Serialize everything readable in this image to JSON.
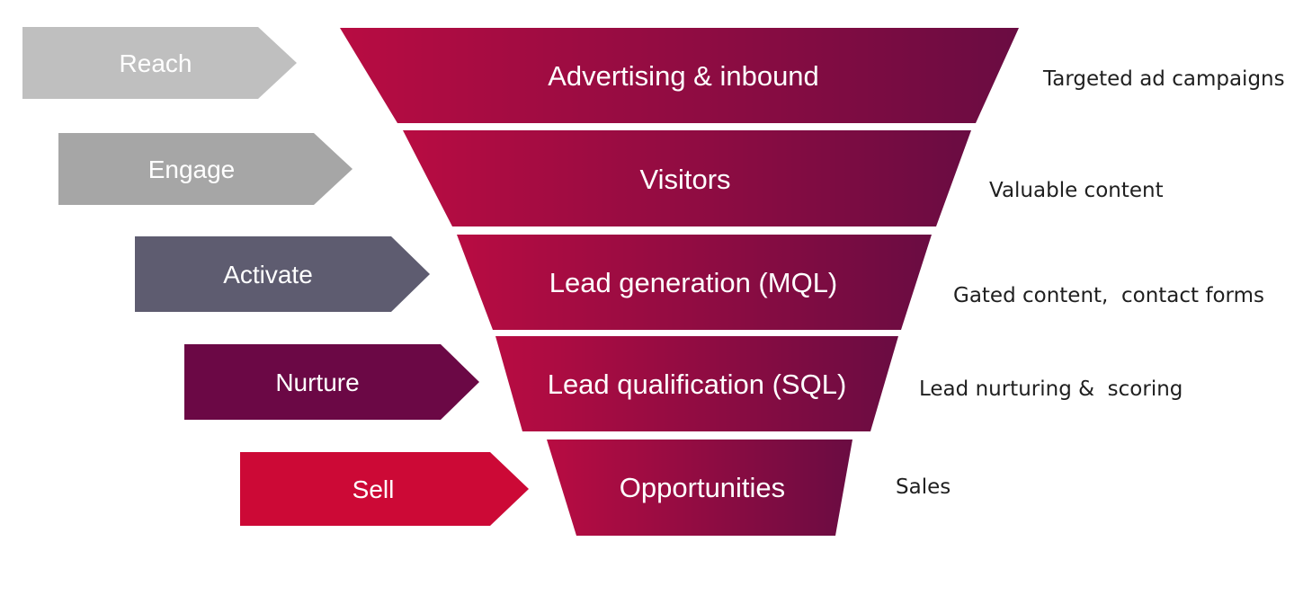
{
  "stages": [
    {
      "label": "Reach",
      "color": "#bfbfbf"
    },
    {
      "label": "Engage",
      "color": "#a6a6a6"
    },
    {
      "label": "Activate",
      "color": "#5e5c70"
    },
    {
      "label": "Nurture",
      "color": "#6b0845"
    },
    {
      "label": "Sell",
      "color": "#cc0936"
    }
  ],
  "funnel": {
    "gradient_left": "#b80c42",
    "gradient_right": "#6a0c42",
    "segments": [
      {
        "label": "Advertising & inbound",
        "annotation": "Targeted ad campaigns"
      },
      {
        "label": "Visitors",
        "annotation": "Valuable content"
      },
      {
        "label": "Lead generation (MQL)",
        "annotation": "Gated content,  contact forms"
      },
      {
        "label": "Lead qualification (SQL)",
        "annotation": "Lead nurturing &  scoring"
      },
      {
        "label": "Opportunities",
        "annotation": "Sales"
      }
    ]
  },
  "colors": {
    "label_text": "#ffffff",
    "annotation_text": "#1f1f1f"
  }
}
